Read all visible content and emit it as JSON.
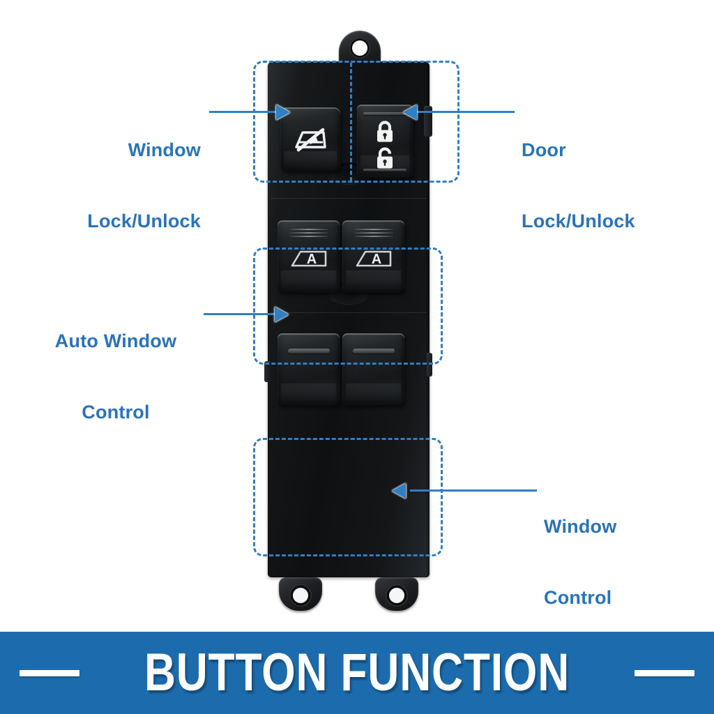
{
  "page": {
    "kind": "product-feature-diagram",
    "background_color": "#ffffff",
    "accent_color": "#2f7fc4",
    "label_color": "#2a73b8",
    "banner_color": "#1c6cad"
  },
  "banner": {
    "title": "BUTTON FUNCTION",
    "left_dash": "",
    "right_dash": ""
  },
  "callouts": [
    {
      "id": "window-lock",
      "line1": "Window",
      "line2": "Lock/Unlock",
      "arrow": "right"
    },
    {
      "id": "door-lock",
      "line1": "Door",
      "line2": "Lock/Unlock",
      "arrow": "left"
    },
    {
      "id": "auto-window",
      "line1": "Auto Window",
      "line2": "Control",
      "arrow": "right"
    },
    {
      "id": "window-control",
      "line1": "Window",
      "line2": "Control",
      "arrow": "left"
    }
  ],
  "product": {
    "name": "power-window-master-switch",
    "buttons": {
      "window_lock_icon": "window-crossed-out-icon",
      "door_lock_icon_top": "padlock-closed-icon",
      "door_lock_icon_bottom": "padlock-open-icon",
      "auto_left_icon": "window-auto-a-icon",
      "auto_right_icon": "window-auto-a-icon",
      "auto_label": "A",
      "plain_left_icon": "window-rocker-icon",
      "plain_right_icon": "window-rocker-icon"
    }
  }
}
